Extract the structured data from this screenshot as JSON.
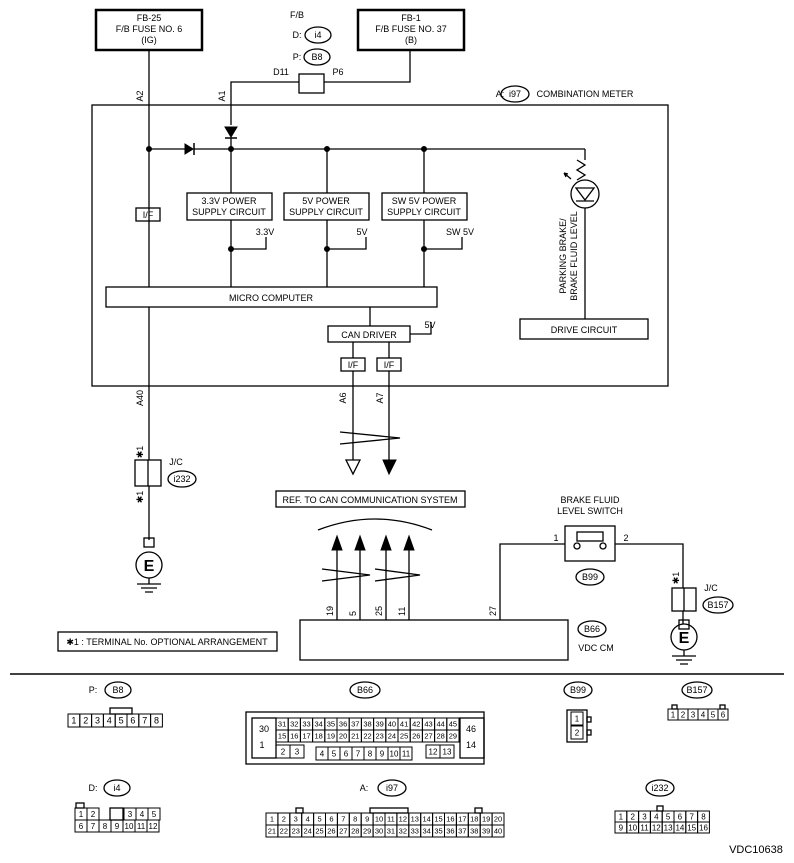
{
  "fuse_left": {
    "line1": "FB-25",
    "line2": "F/B FUSE NO. 6",
    "line3": "(IG)"
  },
  "fuse_right": {
    "line1": "FB-1",
    "line2": "F/B FUSE NO. 37",
    "line3": "(B)"
  },
  "fb_labels": {
    "title": "F/B",
    "d_prefix": "D:",
    "d_conn": "i4",
    "p_prefix": "P:",
    "p_conn": "B8"
  },
  "pins": {
    "d11": "D11",
    "p6": "P6",
    "a2": "A2",
    "a1": "A1",
    "a40": "A40",
    "a6": "A6",
    "a7": "A7"
  },
  "combo_meter": {
    "prefix": "A:",
    "conn": "i97",
    "name": "COMBINATION METER"
  },
  "blocks": {
    "ps33_l1": "3.3V POWER",
    "ps33_l2": "SUPPLY CIRCUIT",
    "ps5_l1": "5V POWER",
    "ps5_l2": "SUPPLY CIRCUIT",
    "sw5_l1": "SW 5V POWER",
    "sw5_l2": "SUPPLY CIRCUIT",
    "micro": "MICRO COMPUTER",
    "can_driver": "CAN DRIVER",
    "drive": "DRIVE CIRCUIT",
    "if": "I/F"
  },
  "voltages": {
    "v33": "3.3V",
    "v5": "5V",
    "sw5v": "SW 5V"
  },
  "parking_label": {
    "line1": "PARKING BRAKE/",
    "line2": "BRAKE FLUID LEVEL"
  },
  "jc_left": {
    "label": "J/C",
    "conn": "i232",
    "mark": "✱1"
  },
  "jc_right": {
    "label": "J/C",
    "conn": "B157",
    "mark": "✱1"
  },
  "ground_symbol": "E",
  "ref_can": "REF. TO CAN COMMUNICATION SYSTEM",
  "brake_switch": {
    "line1": "BRAKE FLUID",
    "line2": "LEVEL SWITCH",
    "conn": "B99",
    "pin1": "1",
    "pin2": "2"
  },
  "vdc": {
    "conn": "B66",
    "name": "VDC CM",
    "pins": [
      "19",
      "5",
      "25",
      "11",
      "27"
    ]
  },
  "note": "✱1 : TERMINAL No. OPTIONAL ARRANGEMENT",
  "connectors": {
    "b8": {
      "prefix": "P:",
      "name": "B8",
      "row": [
        "1",
        "2",
        "3",
        "4",
        "5",
        "6",
        "7",
        "8"
      ]
    },
    "b66": {
      "name": "B66",
      "row1": [
        "31",
        "32",
        "33",
        "34",
        "35",
        "36",
        "37",
        "38",
        "39",
        "40",
        "41",
        "42",
        "43",
        "44",
        "45"
      ],
      "row2": [
        "15",
        "16",
        "17",
        "18",
        "19",
        "20",
        "21",
        "22",
        "23",
        "24",
        "25",
        "26",
        "27",
        "28",
        "29"
      ],
      "row3": [
        "4",
        "5",
        "6",
        "7",
        "8",
        "9",
        "10",
        "11"
      ],
      "left_top": "30",
      "left_bot": "1",
      "left_mid1": "2",
      "left_mid2": "3",
      "right_top": "46",
      "right_bot": "14",
      "right_mid1": "12",
      "right_mid2": "13"
    },
    "b99": {
      "name": "B99",
      "pins": [
        "1",
        "2"
      ]
    },
    "b157": {
      "name": "B157",
      "row": [
        "1",
        "2",
        "3",
        "4",
        "5",
        "6"
      ]
    },
    "i4": {
      "prefix": "D:",
      "name": "i4",
      "top_left": [
        "1",
        "2"
      ],
      "top_right": [
        "3",
        "4",
        "5"
      ],
      "bottom": [
        "6",
        "7",
        "8",
        "9",
        "10",
        "11",
        "12"
      ]
    },
    "i97": {
      "prefix": "A:",
      "name": "i97",
      "row1": [
        "1",
        "2",
        "3",
        "4",
        "5",
        "6",
        "7",
        "8",
        "9",
        "10",
        "11",
        "12",
        "13",
        "14",
        "15",
        "16",
        "17",
        "18",
        "19",
        "20"
      ],
      "row2": [
        "21",
        "22",
        "23",
        "24",
        "25",
        "26",
        "27",
        "28",
        "29",
        "30",
        "31",
        "32",
        "33",
        "34",
        "35",
        "36",
        "37",
        "38",
        "39",
        "40"
      ]
    },
    "i232": {
      "name": "i232",
      "row1": [
        "1",
        "2",
        "3",
        "4",
        "5",
        "6",
        "7",
        "8"
      ],
      "row2": [
        "9",
        "10",
        "11",
        "12",
        "13",
        "14",
        "15",
        "16"
      ]
    }
  },
  "diagram_code": "VDC10638"
}
